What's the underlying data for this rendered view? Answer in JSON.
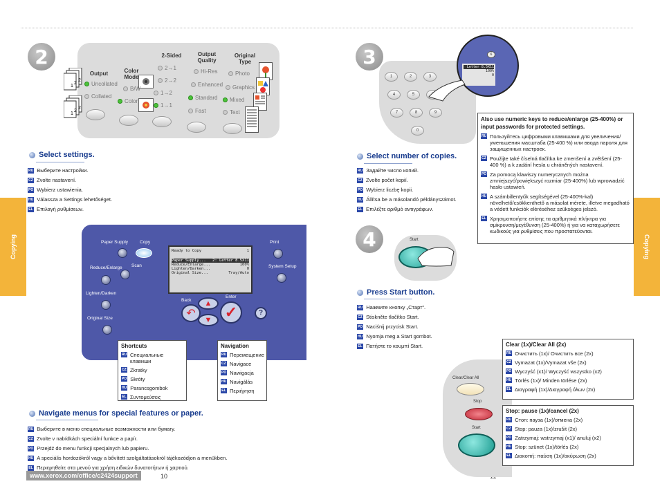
{
  "side_tab_label": "Copying",
  "step2": {
    "number": "2",
    "headers": {
      "output": "Output",
      "color_mode": "Color Mode",
      "two_sided": "2-Sided",
      "output_quality": "Output Quality",
      "original_type": "Original Type"
    },
    "output_options": [
      "Uncollated",
      "Collated"
    ],
    "color_options": [
      "B/W",
      "Color"
    ],
    "two_sided_options": [
      "2→1",
      "2→2",
      "1→2",
      "1→1"
    ],
    "quality_options": [
      "Hi-Res",
      "Enhanced",
      "Standard",
      "Fast"
    ],
    "type_options": [
      "Photo",
      "Graphics",
      "Mixed",
      "Text"
    ],
    "heading": "Select settings.",
    "translations": [
      {
        "code": "RU",
        "text": "Выберите настройки."
      },
      {
        "code": "CZ",
        "text": "Zvolte nastavení."
      },
      {
        "code": "PO",
        "text": "Wybierz ustawienia."
      },
      {
        "code": "HU",
        "text": "Válassza a Settings lehetőséget."
      },
      {
        "code": "EL",
        "text": "Επιλαγή ρυθμίσεων."
      }
    ]
  },
  "control_panel": {
    "labels": {
      "paper_supply": "Paper Supply",
      "copy": "Copy",
      "reduce_enlarge": "Reduce/Enlarge",
      "scan": "Scan",
      "lighten_darken": "Lighten/Darken",
      "original_size": "Original Size",
      "print": "Print",
      "system_setup": "System Setup",
      "back": "Back",
      "enter": "Enter"
    },
    "lcd": {
      "title": "Ready to Copy",
      "count": "1",
      "rows": [
        {
          "label": "Paper Supply...",
          "value": "2: Letter 8.5X11"
        },
        {
          "label": "Reduce/Enlarge...",
          "value": "100%"
        },
        {
          "label": "Lighten/Darken...",
          "value": "0"
        },
        {
          "label": "Original Size...",
          "value": "Tray/Auto"
        }
      ]
    },
    "shortcuts": {
      "title": "Shortcuts",
      "items": [
        {
          "code": "RU",
          "text": "Специальные клавиши"
        },
        {
          "code": "CZ",
          "text": "Zkratky"
        },
        {
          "code": "PO",
          "text": "Skróty"
        },
        {
          "code": "HU",
          "text": "Parancsgombok"
        },
        {
          "code": "EL",
          "text": "Συντομεύσεις"
        }
      ]
    },
    "navigation": {
      "title": "Navigation",
      "items": [
        {
          "code": "RU",
          "text": "Перемещение"
        },
        {
          "code": "CZ",
          "text": "Navigace"
        },
        {
          "code": "PO",
          "text": "Nawigacja"
        },
        {
          "code": "HU",
          "text": "Navigálás"
        },
        {
          "code": "EL",
          "text": "Περιήγηση"
        }
      ]
    }
  },
  "navigate": {
    "heading": "Navigate menus for special features or paper.",
    "translations": [
      {
        "code": "RU",
        "text": "Выберите в меню специальные возможности или бумагу."
      },
      {
        "code": "CZ",
        "text": "Zvolte v nabídkách speciální funkce a papír."
      },
      {
        "code": "PO",
        "text": "Przejdź do menu funkcji specjalnych lub papieru."
      },
      {
        "code": "HU",
        "text": "A speciális hordozókról vagy a bővített szolgáltatásokról tájékozódjon a menükben."
      },
      {
        "code": "EL",
        "text": "Περιηγηθείτε στα μενού για χρήση ειδικών δυνατοτήτων ή χαρτιού."
      }
    ]
  },
  "footer": {
    "url": "www.xerox.com/office/c2424support",
    "page_left": "10",
    "page_right": "11"
  },
  "step3": {
    "number": "3",
    "keypad": [
      "1",
      "2",
      "3",
      "4",
      "5",
      "6",
      "7",
      "8",
      "9",
      "0"
    ],
    "callout_key": "6",
    "mini_lcd": [
      "Letter 8.5X11",
      "100%",
      "0"
    ],
    "heading": "Select number of copies.",
    "translations": [
      {
        "code": "RU",
        "text": "Задайте число копий."
      },
      {
        "code": "CZ",
        "text": "Zvolte počet kopií."
      },
      {
        "code": "PO",
        "text": "Wybierz liczbę kopii."
      },
      {
        "code": "HU",
        "text": "Állítsa be a másolandó példányszámot."
      },
      {
        "code": "EL",
        "text": "Επιλέξτε αριθμό αντιγράφων."
      }
    ],
    "note": {
      "title": "Also use numeric keys to reduce/enlarge (25-400%) or input passwords for protected settings.",
      "items": [
        {
          "code": "RU",
          "text": "Пользуйтесь цифровыми клавишами для увеличения/уменьшения масштаба (25-400 %) или ввода пароля для защищенных настроек."
        },
        {
          "code": "CZ",
          "text": "Použijte také číselná tlačítka ke zmenšení a zvětšení (25-400 %) a k zadání hesla u chráněných nastavení."
        },
        {
          "code": "PO",
          "text": "Za pomocą klawiszy numerycznych można zmniejszyć/powiększyć rozmiar (25-400%) lub wprowadzić hasło ustawień."
        },
        {
          "code": "HU",
          "text": "A számbillentyűk segítségével (25-400%-kal) növelhető/csökkenthető a másolat mérete, illetve megadható a védett funkciók eléréséhez szükséges jelszó."
        },
        {
          "code": "EL",
          "text": "Χρησιμοποιήστε επίσης τα αριθμητικά πλήκτρα για σμίκρυνση/μεγέθυνση (25-400%) ή για να καταχωρήσετε κωδικούς για ρυθμίσεις που προστατεύονται."
        }
      ]
    }
  },
  "step4": {
    "number": "4",
    "start_label": "Start",
    "heading": "Press Start button.",
    "translations": [
      {
        "code": "RU",
        "text": "Нажмите кнопку „Старт“."
      },
      {
        "code": "CZ",
        "text": "Stiskněte tlačítko Start."
      },
      {
        "code": "PO",
        "text": "Naciśnij przycisk Start."
      },
      {
        "code": "HU",
        "text": "Nyomja meg a Start gombot."
      },
      {
        "code": "EL",
        "text": "Πατήστε το κουμπί Start."
      }
    ]
  },
  "buttons_panel": {
    "clear_label": "Clear/Clear All",
    "stop_label": "Stop",
    "start_label": "Start",
    "clear_box": {
      "title": "Clear (1x)/Clear All (2x)",
      "items": [
        {
          "code": "RU",
          "text": "Очистить (1x)/ Очистить все (2x)"
        },
        {
          "code": "CZ",
          "text": "Vymazat (1x)/Vymazat vše (2x)"
        },
        {
          "code": "PO",
          "text": "Wyczyść (x1)/ Wyczyść wszystko (x2)"
        },
        {
          "code": "HU",
          "text": "Törlés (1x)/ Minden törlése (2x)"
        },
        {
          "code": "EL",
          "text": "Διαγραφή (1x)/Διαγραφή όλων (2x)"
        }
      ]
    },
    "stop_box": {
      "title": "Stop: pause (1x)/cancel (2x)",
      "items": [
        {
          "code": "RU",
          "text": "Стоп: пауза (1x)/отмена (2x)"
        },
        {
          "code": "CZ",
          "text": "Stop: pauza (1x)/zrušit (2x)"
        },
        {
          "code": "PO",
          "text": "Zatrzymaj: wstrzymaj (x1)/ anuluj (x2)"
        },
        {
          "code": "HU",
          "text": "Stop: szünet (1x)/törlés (2x)"
        },
        {
          "code": "EL",
          "text": "Διακοπή: παύση (1x)/ακύρωση (2x)"
        }
      ]
    }
  }
}
